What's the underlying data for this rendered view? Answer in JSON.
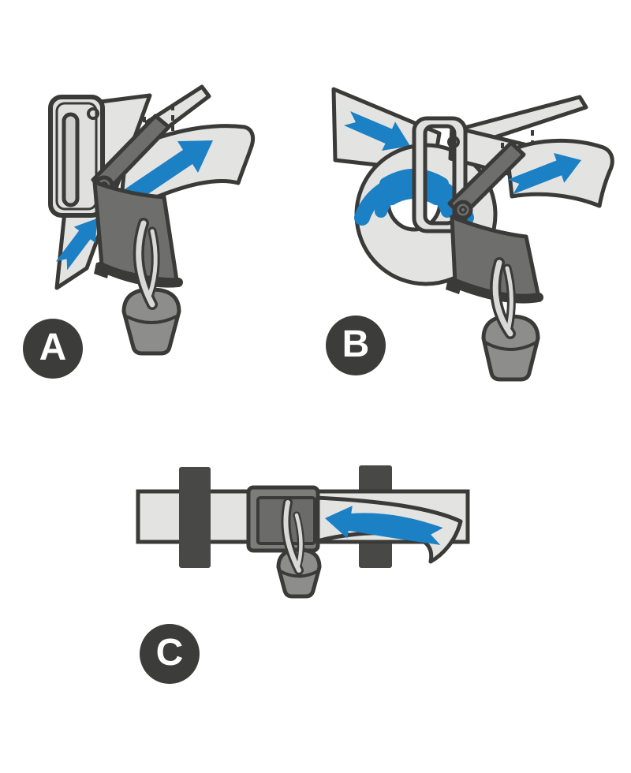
{
  "figure": {
    "background": "#ffffff",
    "palette": {
      "outline": "#3a3a38",
      "strap": "#e3e3e1",
      "strap_shadow": "#cfcfcd",
      "hardware_gray": "#6e6e6c",
      "frame_gray": "#e0e0de",
      "stopper_gray": "#8d8d8b",
      "cord_gray": "#d9d9d7",
      "post_gray": "#484846",
      "buckle_outer_gray": "#7c7c7a",
      "buckle_inner_gray": "#6b6b69",
      "arrow_blue": "#1b80c4",
      "badge_bg": "#3c3c3a",
      "badge_text": "#ffffff"
    },
    "steps": [
      {
        "label": "A",
        "illustration": "strap-threaded-through-cam-buckle-with-pull-arrows"
      },
      {
        "label": "B",
        "illustration": "strap-wrapped-in-loop-around-cam-buckle-with-pull-arrows"
      },
      {
        "label": "C",
        "illustration": "strap-flat-through-buckle-between-posts-with-tighten-arrow-left"
      }
    ]
  }
}
